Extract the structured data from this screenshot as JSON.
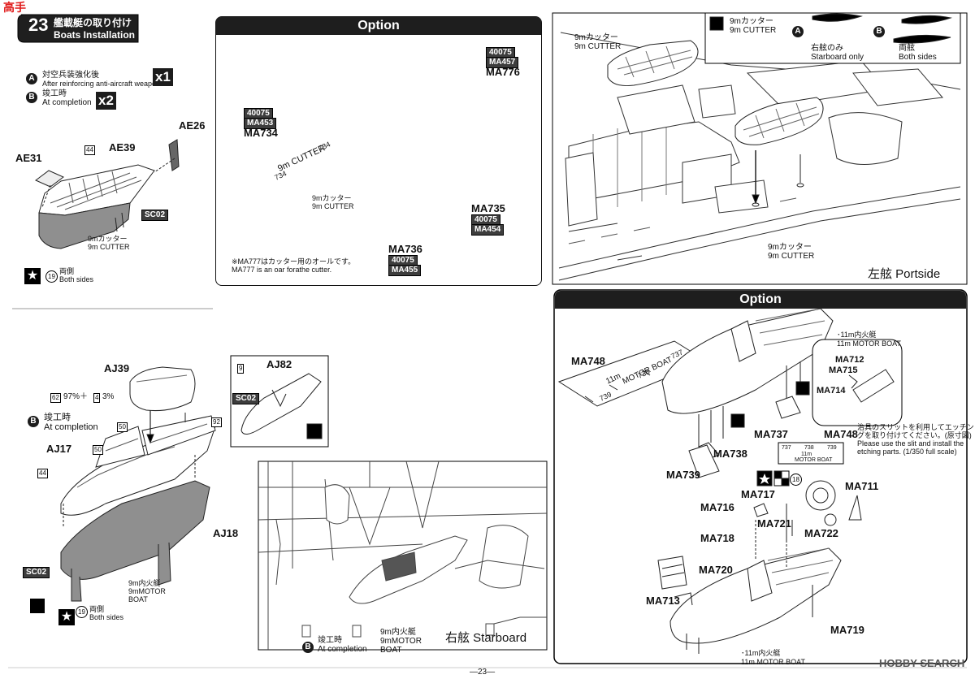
{
  "step": {
    "number": "23",
    "title_jp": "艦載艇の取り付け",
    "title_en": "Boats Installation"
  },
  "watermark": {
    "logo_text": "高手",
    "site": "HOBBY SEARCH"
  },
  "conditions": {
    "a_letter": "A",
    "a_jp": "対空兵装強化後",
    "a_en": "After reinforcing anti-aircraft weapons",
    "a_mult": "x1",
    "b_letter": "B",
    "b_jp": "竣工時",
    "b_en": "At completion",
    "b_mult": "x2"
  },
  "cutter_parts": {
    "ae26": "AE26",
    "ae31": "AE31",
    "ae39": "AE39",
    "n44": "44",
    "sc02": "SC02",
    "name_jp": "9mカッター",
    "name_en": "9m CUTTER",
    "n19": "19",
    "both_jp": "両側",
    "both_en": "Both sides"
  },
  "option_top": {
    "header": "Option",
    "ref_40075_a": "40075",
    "ma457": "MA457",
    "ma776": "MA776",
    "ref_40075_b": "40075",
    "ma453": "MA453",
    "ma734": "MA734",
    "sheet_label": "9m CUTTER",
    "t734a": "734",
    "t734b": "734",
    "cutter_jp": "9mカッター",
    "cutter_en": "9m CUTTER",
    "ma735": "MA735",
    "ref_40075_c": "40075",
    "ma454": "MA454",
    "ma736": "MA736",
    "ref_40075_d": "40075",
    "ma455": "MA455",
    "note_jp": "※MA777はカッター用のオールです。",
    "note_en": "MA777 is an oar forathe cutter."
  },
  "portside": {
    "legend_cutter_jp": "9mカッター",
    "legend_cutter_en": "9m CUTTER",
    "legend_a": "A",
    "legend_b": "B",
    "stbd_only_jp": "右舷のみ",
    "stbd_only_en": "Starboard only",
    "both_jp": "両舷",
    "both_en": "Both sides",
    "cutter1_jp": "9mカッター",
    "cutter1_en": "9m CUTTER",
    "cutter2_jp": "9mカッター",
    "cutter2_en": "9m CUTTER",
    "side_label": "左舷 Portside"
  },
  "motorboat": {
    "aj39": "AJ39",
    "paint_62": "62",
    "paint_mix1": "97%＋",
    "paint_4": "4",
    "paint_mix2": "3%",
    "b_letter": "B",
    "b_jp": "竣工時",
    "b_en": "At completion",
    "n50a": "50",
    "n50b": "50",
    "n92": "92",
    "aj17": "AJ17",
    "n44": "44",
    "aj18": "AJ18",
    "sc02": "SC02",
    "name_jp": "9m内火艇",
    "name_en1": "9mMOTOR",
    "name_en2": "BOAT",
    "n19": "19",
    "both_jp": "両側",
    "both_en": "Both sides",
    "inset_n9": "9",
    "inset_aj82": "AJ82",
    "inset_sc02": "SC02"
  },
  "starboard": {
    "b_letter": "B",
    "b_jp": "竣工時",
    "b_en": "At completion",
    "boat_jp": "9m内火艇",
    "boat_en1": "9mMOTOR",
    "boat_en2": "BOAT",
    "side_label": "右舷 Starboard"
  },
  "option_bottom": {
    "header": "Option",
    "ma748": "MA748",
    "sheet_label1": "11m",
    "sheet_label2": "MOTOR BOAT",
    "t737": "737",
    "t738": "738",
    "t739": "739",
    "top_jp": "･11m内火艇",
    "top_en": "11m MOTOR BOAT",
    "ma712": "MA712",
    "ma715": "MA715",
    "ma714": "MA714",
    "ma737": "MA737",
    "ma748b": "MA748",
    "jig_note1": "治具のスリットを利用してエッチン",
    "jig_note2": "グを取り付けてください。(原寸図)",
    "jig_note3": "Please use the slit and install the",
    "jig_note4": "etching parts. (1/350 full scale)",
    "scale_737": "737",
    "scale_738": "738",
    "scale_739": "739",
    "scale_11m": "11m",
    "scale_mb": "MOTOR BOAT",
    "ma738": "MA738",
    "ma739": "MA739",
    "n18": "18",
    "ma711": "MA711",
    "ma717": "MA717",
    "ma716": "MA716",
    "ma721": "MA721",
    "ma722": "MA722",
    "ma718": "MA718",
    "ma720": "MA720",
    "ma713": "MA713",
    "ma719": "MA719",
    "bottom_jp": "･11m内火艇",
    "bottom_en": "11m MOTOR BOAT"
  },
  "page_number": "—23—"
}
